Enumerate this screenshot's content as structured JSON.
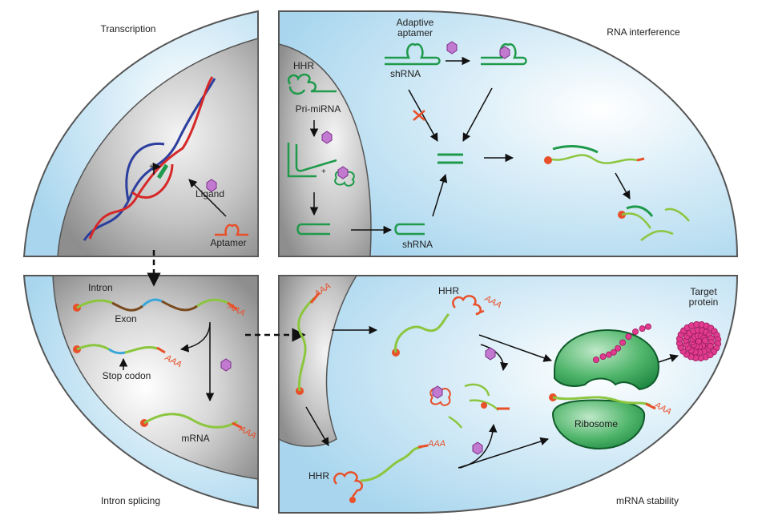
{
  "sections": {
    "transcription": "Transcription",
    "rnai": "RNA interference",
    "splicing": "Intron splicing",
    "stability": "mRNA stability"
  },
  "labels": {
    "ligand": "Ligand",
    "aptamer": "Aptamer",
    "hhr_top": "HHR",
    "pri_mirna": "Pri-miRNA",
    "plus": "+",
    "shrna_left": "shRNA",
    "adaptive_aptamer": "Adaptive\naptamer",
    "shrna_top": "shRNA",
    "intron": "Intron",
    "exon": "Exon",
    "stop_codon": "Stop codon",
    "mrna": "mRNA",
    "aaa": "AAA",
    "hhr_mid": "HHR",
    "hhr_bottom": "HHR",
    "target_protein": "Target\nprotein",
    "ribosome": "Ribosome"
  },
  "colors": {
    "cell_blue": "#cfe9f6",
    "nucleus_gray": "#9a9a9a",
    "rna_green": "#8cc63f",
    "dark_green": "#1e9a4a",
    "red_orange": "#e8502a",
    "dna_blue": "#2c3e9e",
    "dna_red": "#d62828",
    "ligand_purple": "#b04fc0",
    "protein_pink": "#e03b8f",
    "exon_blue": "#3aa7d8",
    "intron_brown": "#7a4a1e"
  }
}
